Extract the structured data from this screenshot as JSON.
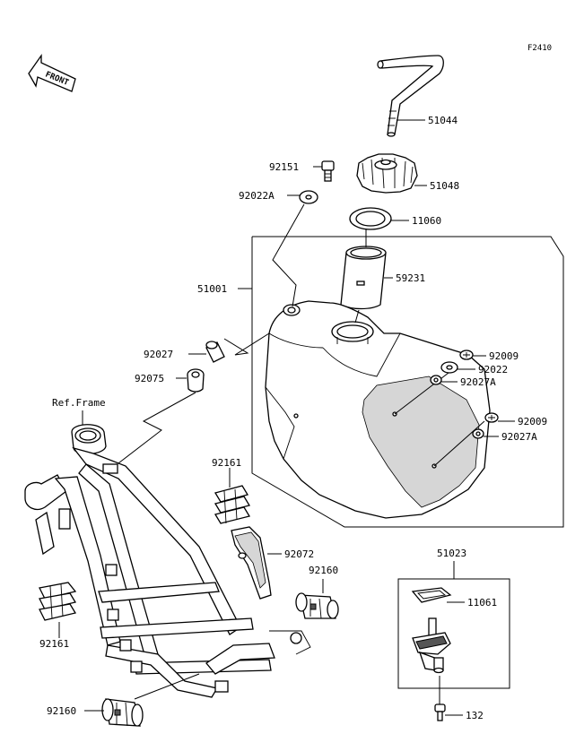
{
  "figure_code": "F2410",
  "front_label": "FRONT",
  "ref_frame_label": "Ref.Frame",
  "labels": {
    "p51044": "51044",
    "p92151": "92151",
    "p51048": "51048",
    "p92022A": "92022A",
    "p11060": "11060",
    "p51001": "51001",
    "p59231": "59231",
    "p92027": "92027",
    "p92075": "92075",
    "p92009a": "92009",
    "p92022": "92022",
    "p92027Aa": "92027A",
    "p92009b": "92009",
    "p92027Ab": "92027A",
    "p92161a": "92161",
    "p92072": "92072",
    "p92160a": "92160",
    "p92161b": "92161",
    "p92160b": "92160",
    "p51023": "51023",
    "p11061": "11061",
    "p132": "132"
  }
}
